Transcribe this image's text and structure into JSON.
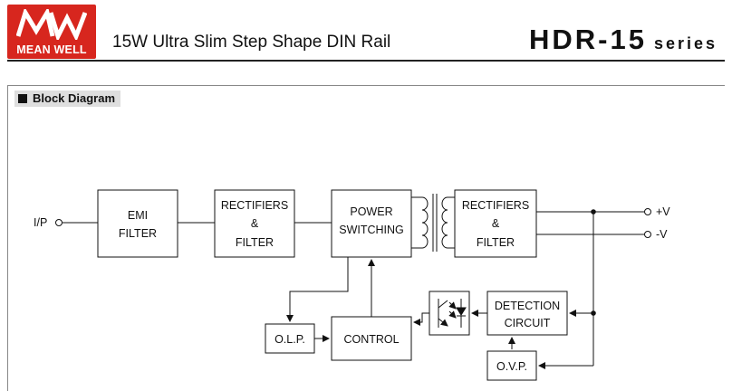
{
  "header": {
    "logo_text": "MEAN WELL",
    "subtitle": "15W  Ultra Slim Step Shape DIN Rail",
    "model": "HDR-15",
    "series": "series"
  },
  "section": {
    "title": "Block Diagram"
  },
  "diagram": {
    "input_label": "I/P",
    "outputs": [
      "+V",
      "-V"
    ],
    "blocks": {
      "emi": [
        "EMI",
        "FILTER"
      ],
      "rect1": [
        "RECTIFIERS",
        "&",
        "FILTER"
      ],
      "power": [
        "POWER",
        "SWITCHING"
      ],
      "rect2": [
        "RECTIFIERS",
        "&",
        "FILTER"
      ],
      "olp": [
        "O.L.P."
      ],
      "control": [
        "CONTROL"
      ],
      "detect": [
        "DETECTION",
        "CIRCUIT"
      ],
      "ovp": [
        "O.V.P."
      ]
    }
  },
  "colors": {
    "logo": "#d7261e",
    "line": "#111111",
    "label_bg": "#dedede"
  }
}
